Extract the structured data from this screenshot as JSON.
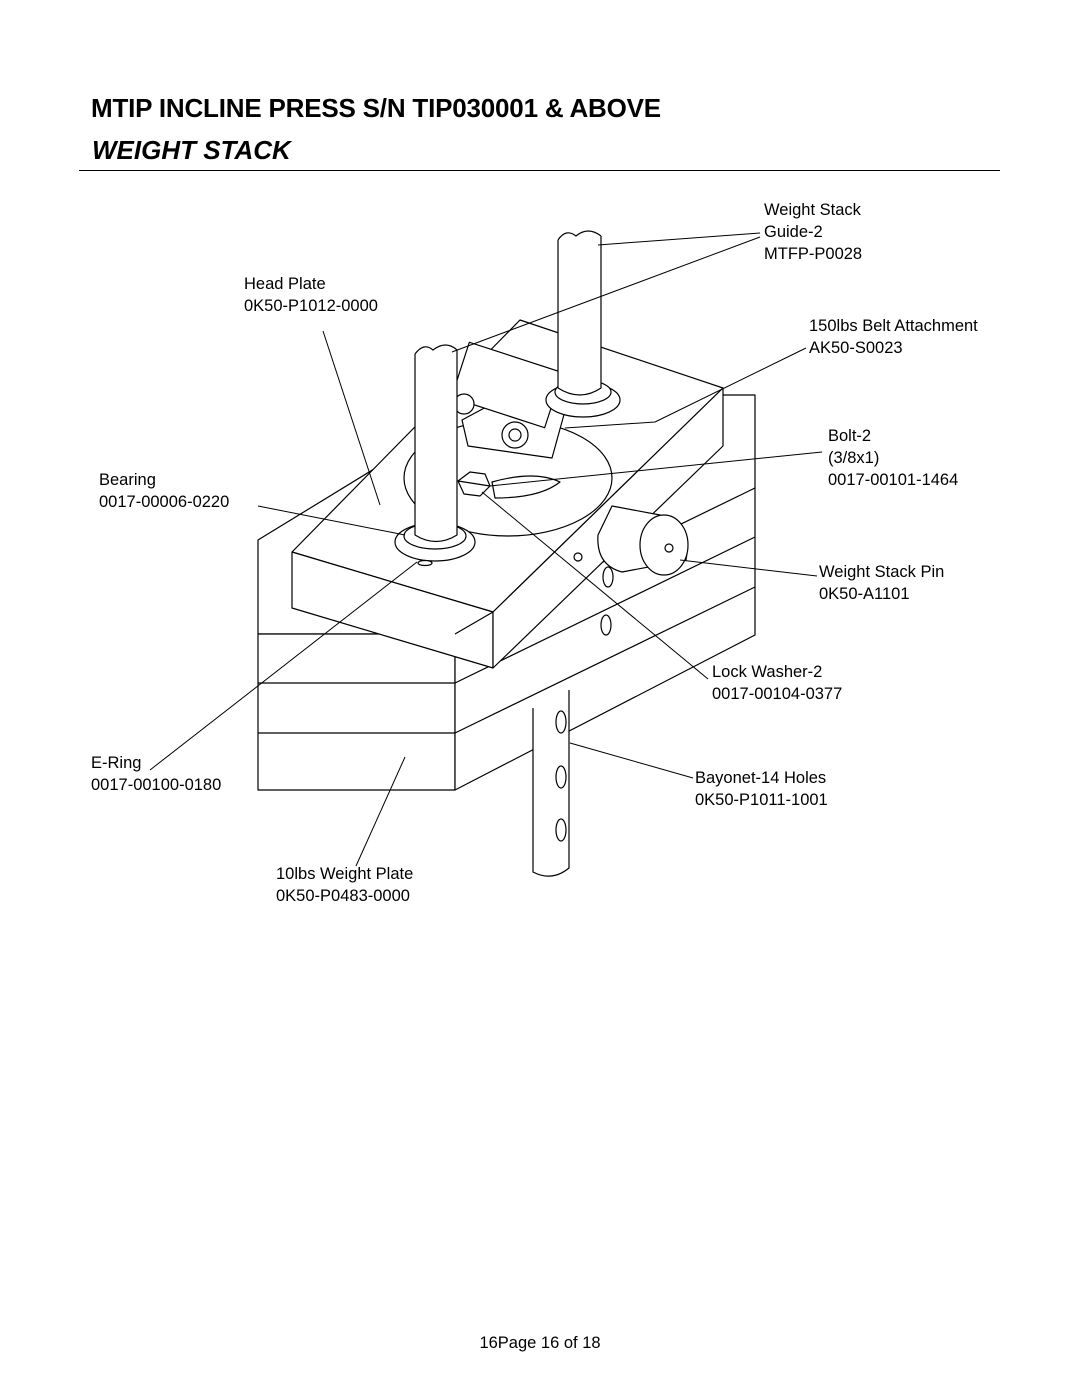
{
  "header": {
    "title": "MTIP INCLINE PRESS S/N TIP030001 & ABOVE",
    "subtitle": "WEIGHT STACK"
  },
  "callouts": {
    "weight_stack_guide": {
      "name": "Weight Stack",
      "name2": "Guide-2",
      "part": "MTFP-P0028"
    },
    "head_plate": {
      "name": "Head Plate",
      "part": "0K50-P1012-0000"
    },
    "belt_attachment": {
      "name": "150lbs Belt Attachment",
      "part": "AK50-S0023"
    },
    "bolt": {
      "name": "Bolt-2",
      "spec": "(3/8x1)",
      "part": "0017-00101-1464"
    },
    "bearing": {
      "name": "Bearing",
      "part": "0017-00006-0220"
    },
    "weight_stack_pin": {
      "name": "Weight Stack Pin",
      "part": "0K50-A1101"
    },
    "lock_washer": {
      "name": "Lock Washer-2",
      "part": "0017-00104-0377"
    },
    "e_ring": {
      "name": "E-Ring",
      "part": "0017-00100-0180"
    },
    "bayonet": {
      "name": "Bayonet-14 Holes",
      "part": "0K50-P1011-1001"
    },
    "weight_plate": {
      "name": "10lbs Weight Plate",
      "part": "0K50-P0483-0000"
    }
  },
  "footer": {
    "page_label": "16Page 16 of 18"
  }
}
